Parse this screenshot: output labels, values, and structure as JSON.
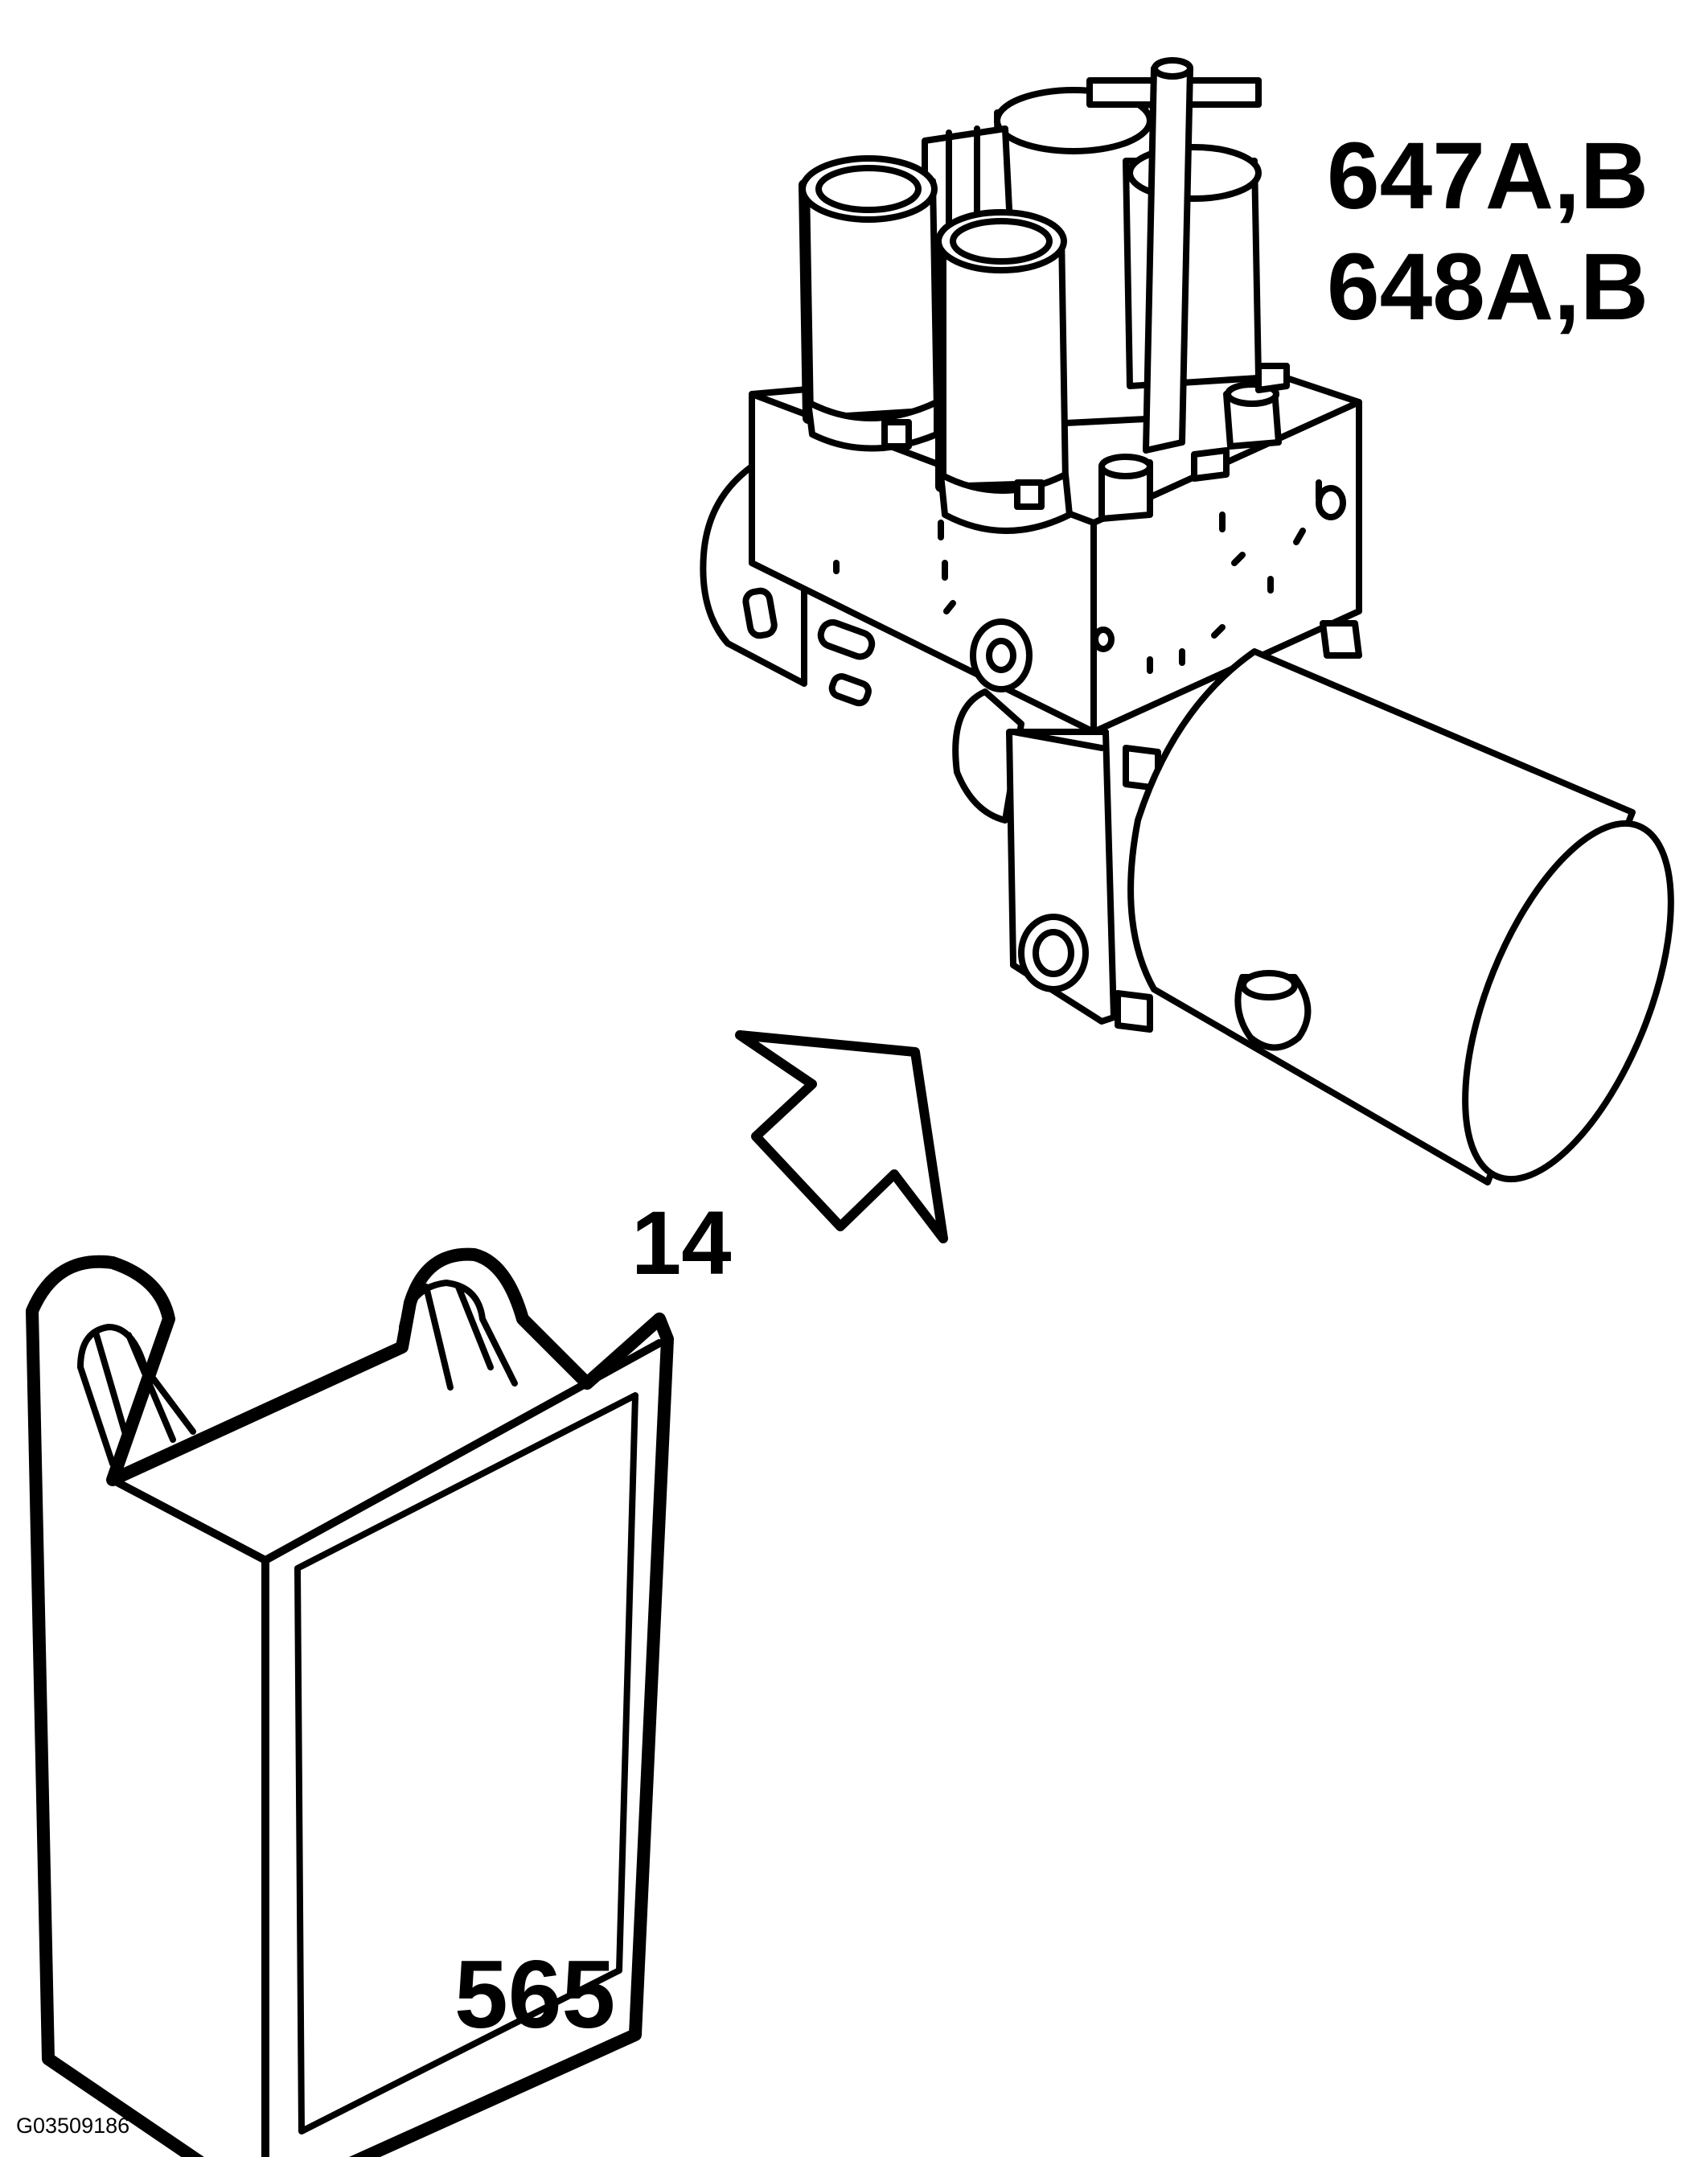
{
  "labels": {
    "part_647": "647A,B",
    "part_648": "648A,B",
    "step": "14",
    "part_565": "565",
    "figure_id": "G03509186"
  },
  "icons": {
    "arrow": "installation-direction-arrow",
    "module": "control-module",
    "hydraulic_unit": "abs-hydraulic-unit"
  }
}
